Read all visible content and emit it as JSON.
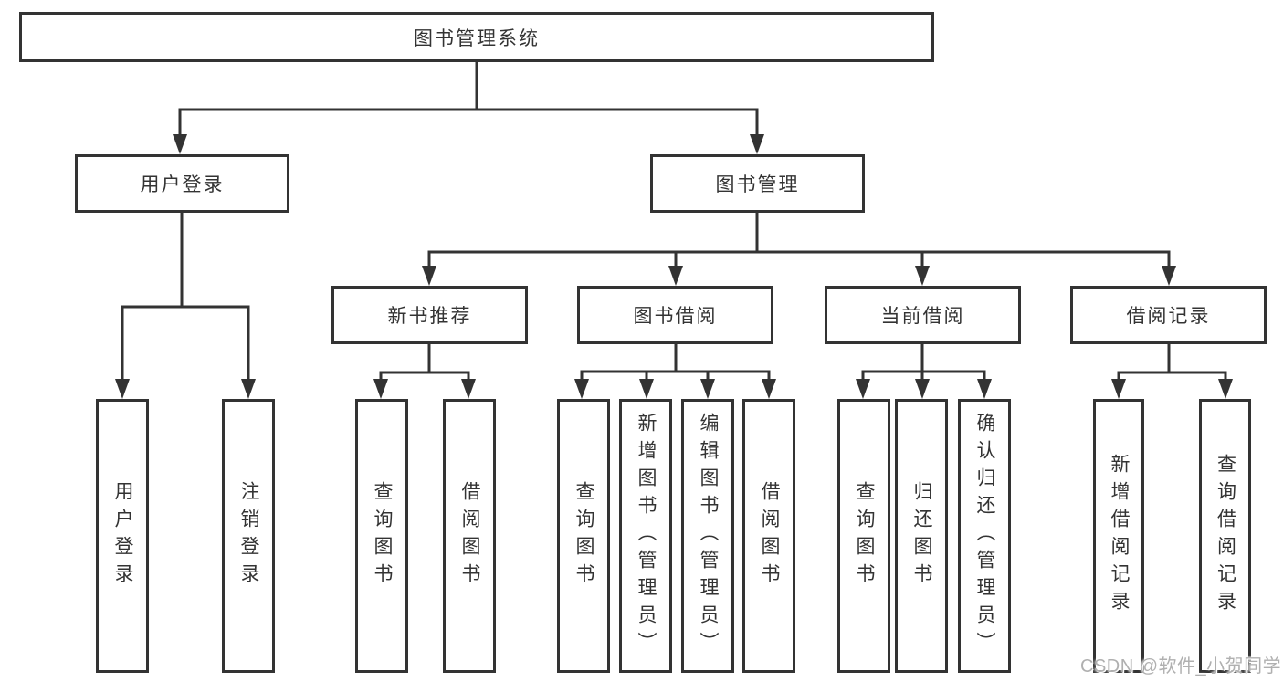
{
  "tree": {
    "root": {
      "label": "图书管理系统"
    },
    "branches": [
      {
        "label": "用户登录",
        "children": [
          {
            "label": "用户登录"
          },
          {
            "label": "注销登录"
          }
        ]
      },
      {
        "label": "图书管理",
        "groups": [
          {
            "label": "新书推荐",
            "children": [
              {
                "label": "查询图书"
              },
              {
                "label": "借阅图书"
              }
            ]
          },
          {
            "label": "图书借阅",
            "children": [
              {
                "label": "查询图书"
              },
              {
                "label": "新增图书（管理员）"
              },
              {
                "label": "编辑图书（管理员）"
              },
              {
                "label": "借阅图书"
              }
            ]
          },
          {
            "label": "当前借阅",
            "children": [
              {
                "label": "查询图书"
              },
              {
                "label": "归还图书"
              },
              {
                "label": "确认归还（管理员）"
              }
            ]
          },
          {
            "label": "借阅记录",
            "children": [
              {
                "label": "新增借阅记录"
              },
              {
                "label": "查询借阅记录"
              }
            ]
          }
        ]
      }
    ]
  },
  "watermark": {
    "text": "CSDN @软件_小贺同学"
  },
  "colors": {
    "line": "#333333",
    "text": "#333333",
    "background": "#ffffff",
    "watermark": "#b0b0b0"
  }
}
